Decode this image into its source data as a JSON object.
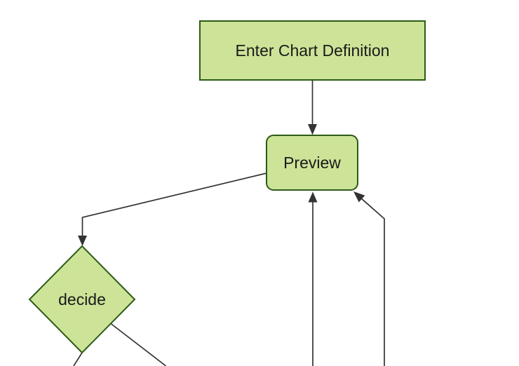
{
  "diagram": {
    "kind": "flowchart",
    "background_color": "#ffffff",
    "colors": {
      "node_fill": "#cde498",
      "node_border": "#2d5a16",
      "edge": "#333333",
      "text": "#1a1a1a"
    },
    "nodes": [
      {
        "id": "enter-chart-definition",
        "label": "Enter Chart Definition",
        "shape": "rectangle"
      },
      {
        "id": "preview",
        "label": "Preview",
        "shape": "rounded-rectangle"
      },
      {
        "id": "decide",
        "label": "decide",
        "shape": "diamond"
      }
    ],
    "edges": [
      {
        "from": "enter-chart-definition",
        "to": "preview",
        "arrow": true
      },
      {
        "from": "preview",
        "to": "decide",
        "arrow": true
      },
      {
        "from": "decide",
        "to": "offscreen-bottom-left",
        "arrow": false
      },
      {
        "from": "decide",
        "to": "offscreen-bottom-right",
        "arrow": false
      },
      {
        "from": "offscreen-bottom",
        "to": "preview",
        "arrow": true
      },
      {
        "from": "offscreen-bottom",
        "to": "preview",
        "arrow": true
      }
    ]
  }
}
